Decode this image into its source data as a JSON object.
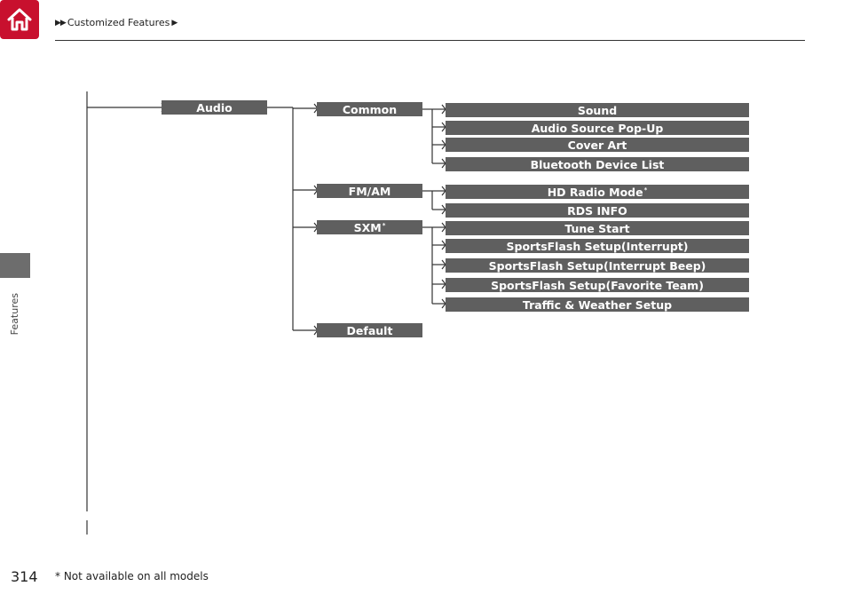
{
  "breadcrumb": {
    "label": "Customized Features"
  },
  "sidebar": {
    "section_label": "Features"
  },
  "tree": {
    "root": "Audio",
    "common": "Common",
    "fmam": "FM/AM",
    "sxm": "SXM",
    "default": "Default",
    "common_items": [
      "Sound",
      "Audio Source Pop-Up",
      "Cover Art",
      "Bluetooth Device List"
    ],
    "fmam_items": [
      "HD Radio Mode",
      "RDS INFO"
    ],
    "sxm_items": [
      "Tune Start",
      "SportsFlash Setup(Interrupt)",
      "SportsFlash Setup(Interrupt Beep)",
      "SportsFlash Setup(Favorite Team)",
      "Traffic & Weather Setup"
    ],
    "asterisk": "*"
  },
  "footer": {
    "page_number": "314",
    "footnote": "* Not available on all models"
  },
  "colors": {
    "home_red": "#c8102e",
    "box_gray": "#5f5f5f",
    "tab_gray": "#6d6d6d"
  }
}
